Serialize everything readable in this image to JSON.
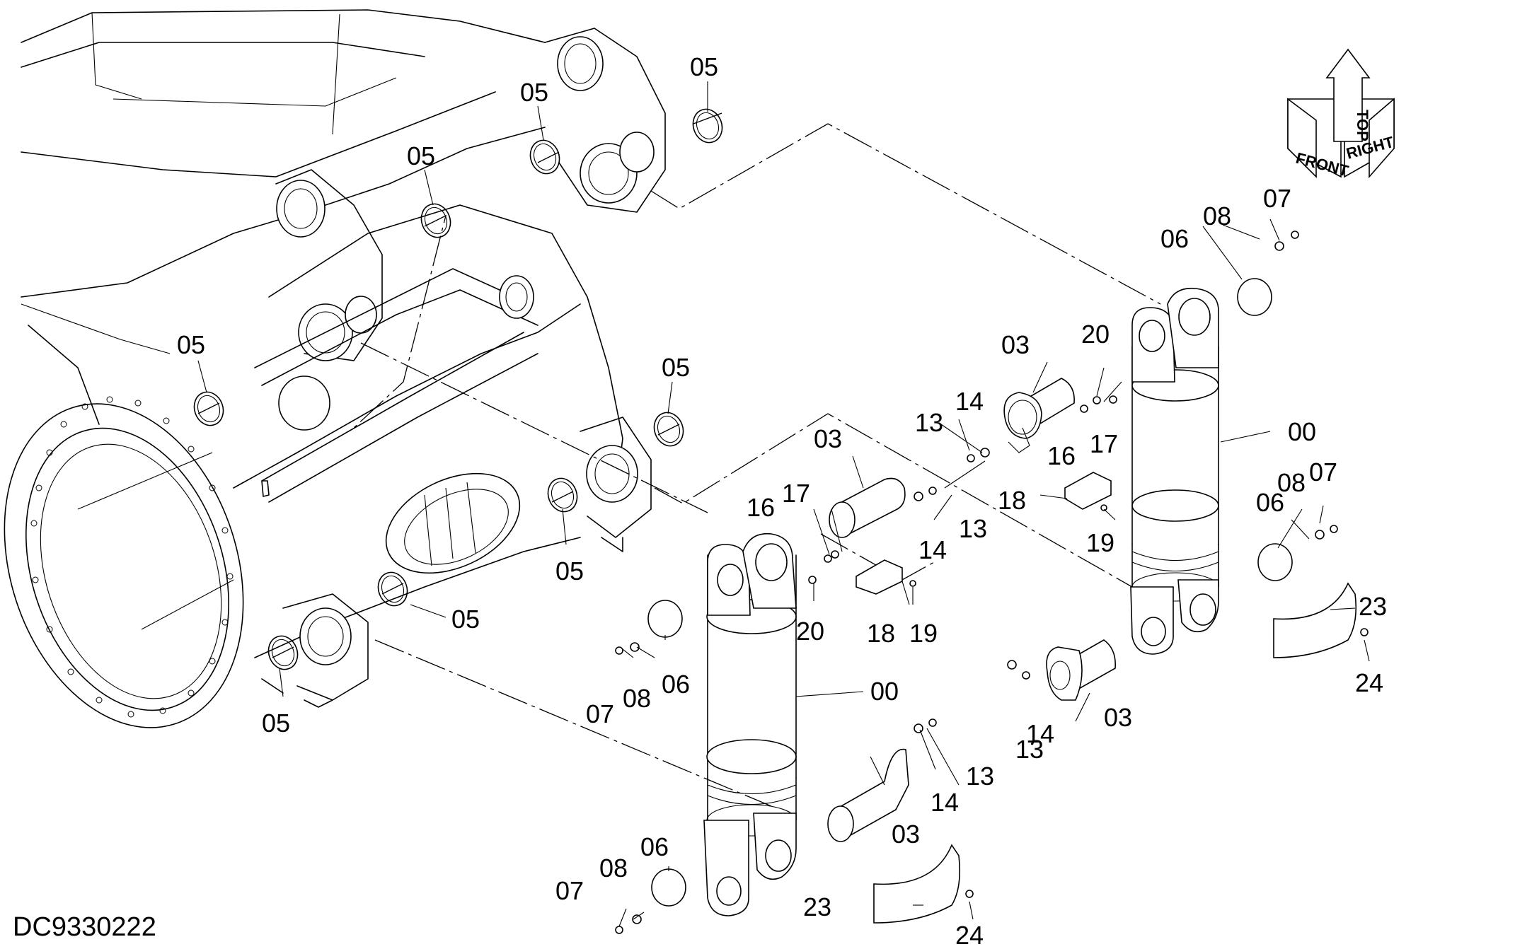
{
  "drawing_number": "DC9330222",
  "orientation_indicator": {
    "labels": [
      "FRONT",
      "TOP",
      "RIGHT"
    ]
  },
  "callouts": {
    "c05": "05",
    "c00": "00",
    "c03": "03",
    "c06": "06",
    "c07": "07",
    "c08": "08",
    "c13": "13",
    "c14": "14",
    "c16": "16",
    "c17": "17",
    "c18": "18",
    "c19": "19",
    "c20": "20",
    "c23": "23",
    "c24": "24"
  },
  "colors": {
    "line": "#000000",
    "background": "#ffffff"
  }
}
